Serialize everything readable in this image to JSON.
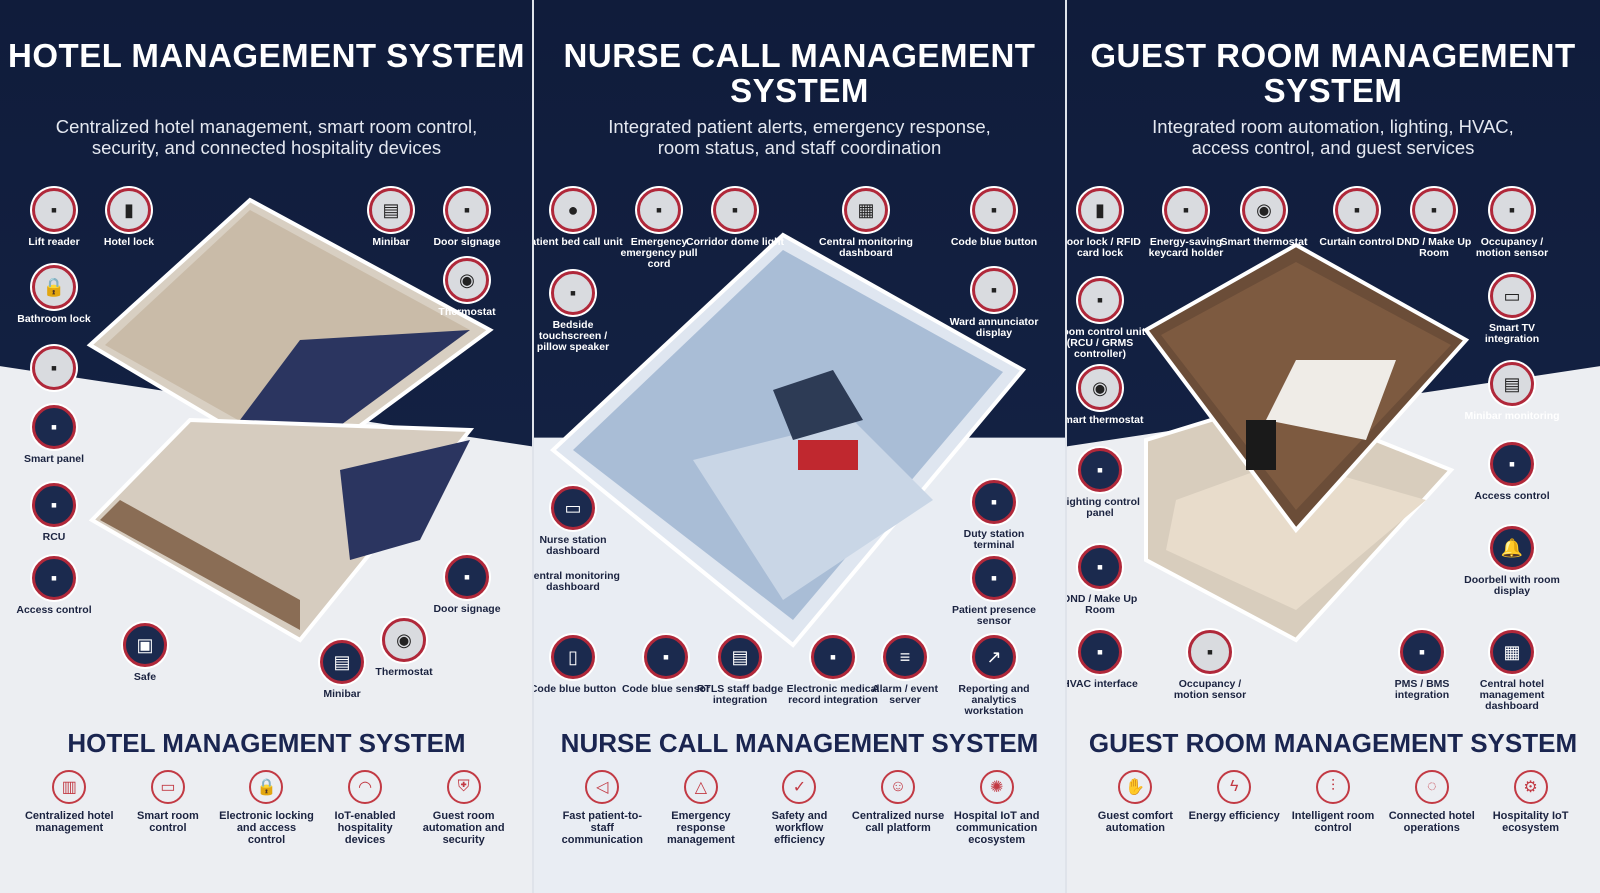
{
  "panels": [
    {
      "title": "HOTEL MANAGEMENT SYSTEM",
      "subtitle_line1": "Centralized hotel management, smart room control,",
      "subtitle_line2": "security, and connected hospitality devices",
      "bottom_title": "HOTEL MANAGEMENT SYSTEM",
      "callouts": [
        {
          "label": "Lift reader",
          "icon": "card-reader-icon"
        },
        {
          "label": "Hotel lock",
          "icon": "door-lock-icon"
        },
        {
          "label": "Minibar",
          "icon": "minibar-icon"
        },
        {
          "label": "Door signage",
          "icon": "door-signage-icon"
        },
        {
          "label": "Thermostat",
          "icon": "thermostat-icon"
        },
        {
          "label": "Bathroom lock",
          "icon": "padlock-icon"
        },
        {
          "label": "",
          "icon": "lock-sensor-icon"
        },
        {
          "label": "Smart panel",
          "icon": "smart-panel-icon"
        },
        {
          "label": "RCU",
          "icon": "rcu-icon"
        },
        {
          "label": "Access control",
          "icon": "access-control-icon"
        },
        {
          "label": "Door signage",
          "icon": "door-signage-icon"
        },
        {
          "label": "Safe",
          "icon": "safe-icon"
        },
        {
          "label": "Thermostat",
          "icon": "thermostat-icon"
        },
        {
          "label": "Minibar",
          "icon": "minibar-icon"
        }
      ],
      "features": [
        {
          "label": "Centralized hotel management",
          "icon": "building-icon"
        },
        {
          "label": "Smart room control",
          "icon": "bed-icon"
        },
        {
          "label": "Electronic locking and access control",
          "icon": "lock-icon"
        },
        {
          "label": "IoT-enabled hospitality devices",
          "icon": "wifi-icon"
        },
        {
          "label": "Guest room automation and security",
          "icon": "shield-icon"
        }
      ]
    },
    {
      "title": "NURSE CALL MANAGEMENT SYSTEM",
      "subtitle_line1": "Integrated patient alerts, emergency response,",
      "subtitle_line2": "room status, and staff coordination",
      "bottom_title": "NURSE CALL MANAGEMENT SYSTEM",
      "callouts": [
        {
          "label": "Patient bed call unit",
          "icon": "call-button-icon"
        },
        {
          "label": "Emergency emergency pull cord",
          "icon": "pull-cord-icon"
        },
        {
          "label": "Corridor dome light",
          "icon": "dome-light-icon"
        },
        {
          "label": "Central monitoring dashboard",
          "icon": "dashboard-icon"
        },
        {
          "label": "Code blue button",
          "icon": "code-blue-button-icon"
        },
        {
          "label": "Bedside touchscreen / pillow speaker",
          "icon": "touchscreen-icon"
        },
        {
          "label": "Ward annunciator display",
          "icon": "annunciator-icon"
        },
        {
          "label": "Nurse station dashboard",
          "icon": "monitor-icon"
        },
        {
          "label": "Central monitoring dashboard",
          "icon": ""
        },
        {
          "label": "Duty station terminal",
          "icon": "terminal-icon"
        },
        {
          "label": "Patient presence sensor",
          "icon": "presence-sensor-icon"
        },
        {
          "label": "Code blue button",
          "icon": "phone-icon"
        },
        {
          "label": "Code blue sensor",
          "icon": "person-sensor-icon"
        },
        {
          "label": "RTLS staff badge integration",
          "icon": "badge-icon"
        },
        {
          "label": "Electronic medical record integration",
          "icon": "record-icon"
        },
        {
          "label": "Alarm / event server",
          "icon": "server-icon"
        },
        {
          "label": "Reporting and analytics workstation",
          "icon": "analytics-icon"
        }
      ],
      "features": [
        {
          "label": "Fast patient-to-staff communication",
          "icon": "megaphone-icon"
        },
        {
          "label": "Emergency response management",
          "icon": "alarm-light-icon"
        },
        {
          "label": "Safety and workflow efficiency",
          "icon": "shield-check-icon"
        },
        {
          "label": "Centralized nurse call platform",
          "icon": "nurse-icon"
        },
        {
          "label": "Hospital IoT and communication ecosystem",
          "icon": "network-gear-icon"
        }
      ]
    },
    {
      "title": "GUEST ROOM MANAGEMENT SYSTEM",
      "subtitle_line1": "Integrated room automation, lighting, HVAC,",
      "subtitle_line2": "access control, and guest services",
      "bottom_title": "GUEST ROOM MANAGEMENT SYSTEM",
      "callouts": [
        {
          "label": "Door lock / RFID card lock",
          "icon": "door-lock-icon"
        },
        {
          "label": "Energy-saving keycard holder",
          "icon": "keycard-holder-icon"
        },
        {
          "label": "Smart thermostat",
          "icon": "thermostat-icon"
        },
        {
          "label": "Curtain control",
          "icon": "curtain-icon"
        },
        {
          "label": "DND / Make Up Room",
          "icon": "dnd-panel-icon"
        },
        {
          "label": "Occupancy / motion sensor",
          "icon": "motion-sensor-icon"
        },
        {
          "label": "Room control unit (RCU / GRMS controller)",
          "icon": "rcu-icon"
        },
        {
          "label": "Smart TV integration",
          "icon": "tv-icon"
        },
        {
          "label": "Smart thermostat",
          "icon": "thermostat-icon"
        },
        {
          "label": "Minibar monitoring",
          "icon": "minibar-icon"
        },
        {
          "label": "Lighting control panel",
          "icon": "lighting-panel-icon"
        },
        {
          "label": "Access control",
          "icon": "access-control-icon"
        },
        {
          "label": "DND / Make Up Room",
          "icon": "dnd-panel-icon"
        },
        {
          "label": "Doorbell with room display",
          "icon": "bell-icon"
        },
        {
          "label": "HVAC interface",
          "icon": "hvac-icon"
        },
        {
          "label": "Occupancy / motion sensor",
          "icon": "motion-sensor-icon"
        },
        {
          "label": "PMS / BMS integration",
          "icon": "pms-icon"
        },
        {
          "label": "Central hotel management dashboard",
          "icon": "dashboard-icon"
        }
      ],
      "features": [
        {
          "label": "Guest comfort automation",
          "icon": "hand-icon"
        },
        {
          "label": "Energy efficiency",
          "icon": "lightning-icon"
        },
        {
          "label": "Intelligent room control",
          "icon": "sliders-icon"
        },
        {
          "label": "Connected hotel operations",
          "icon": "chat-icon"
        },
        {
          "label": "Hospitality IoT ecosystem",
          "icon": "gear-icon"
        }
      ]
    }
  ],
  "colors": {
    "navy": "#13213f",
    "accent": "#b0283a",
    "light": "#eceef2"
  }
}
